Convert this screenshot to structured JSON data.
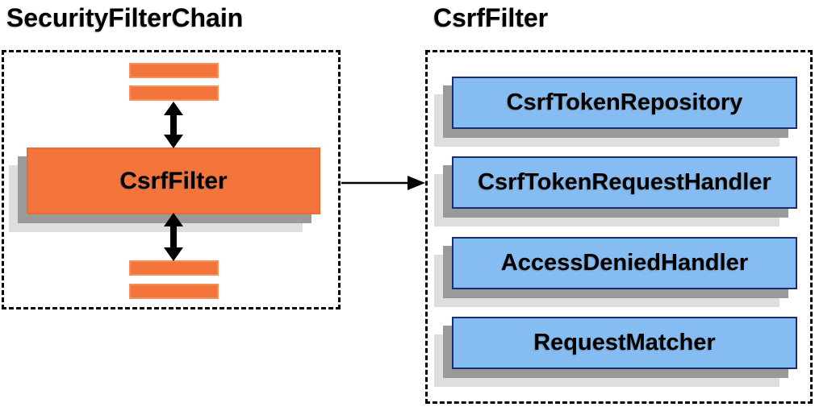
{
  "diagram": {
    "left_panel": {
      "title": "SecurityFilterChain",
      "filter_label": "CsrfFilter",
      "stub_bar_count": 4
    },
    "right_panel": {
      "title": "CsrfFilter",
      "components": [
        {
          "label": "CsrfTokenRepository"
        },
        {
          "label": "CsrfTokenRequestHandler"
        },
        {
          "label": "AccessDeniedHandler"
        },
        {
          "label": "RequestMatcher"
        }
      ]
    },
    "connections": {
      "left_internal": "bidirectional vertical arrows between filter stubs and CsrfFilter",
      "cross_panel": "arrow from SecurityFilterChain panel to CsrfFilter panel"
    },
    "colors": {
      "background": "#FFFFFF",
      "orange_fill": "#F4753C",
      "orange_border": "#ED6A33",
      "blue_fill": "#85BDF2",
      "blue_border": "#1B2C6E",
      "shadow_dark": "#9A9A9A",
      "shadow_light": "#DEDEDE",
      "dashed_border": "#000000",
      "arrow": "#000000",
      "text": "#000000"
    }
  }
}
